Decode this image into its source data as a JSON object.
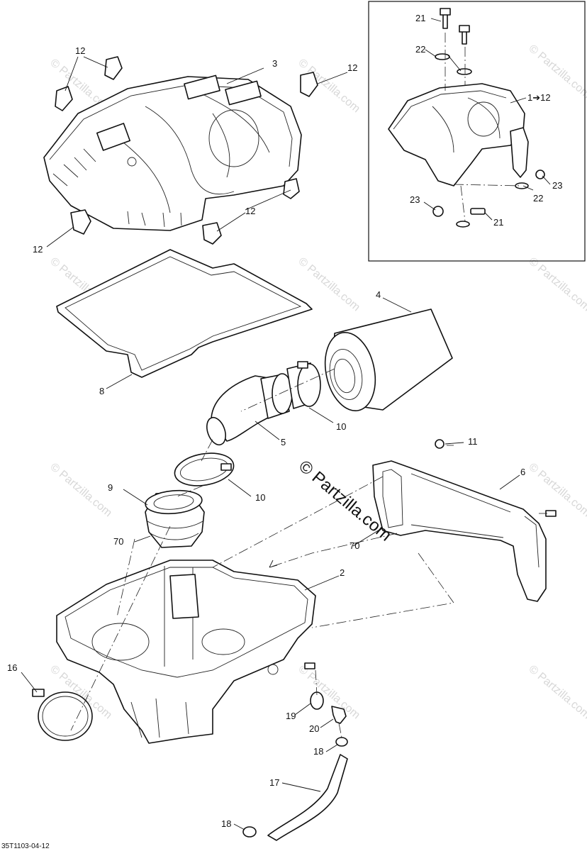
{
  "watermark": "© Partzilla.com",
  "drawing_code": "35T1103-04-12",
  "callouts": {
    "c3": "3",
    "c12_a": "12",
    "c12_b": "12",
    "c12_c": "12",
    "c12_d": "12",
    "c8": "8",
    "c4": "4",
    "c5": "5",
    "c10_a": "10",
    "c10_b": "10",
    "c9": "9",
    "c70_a": "70",
    "c70_b": "70",
    "c11": "11",
    "c6": "6",
    "c2": "2",
    "c16": "16",
    "c19": "19",
    "c20": "20",
    "c18_a": "18",
    "c18_b": "18",
    "c17": "17",
    "inset_21_a": "21",
    "inset_21_b": "21",
    "inset_22_a": "22",
    "inset_22_b": "22",
    "inset_23_a": "23",
    "inset_23_b": "23",
    "inset_1to12": "1➔12"
  }
}
